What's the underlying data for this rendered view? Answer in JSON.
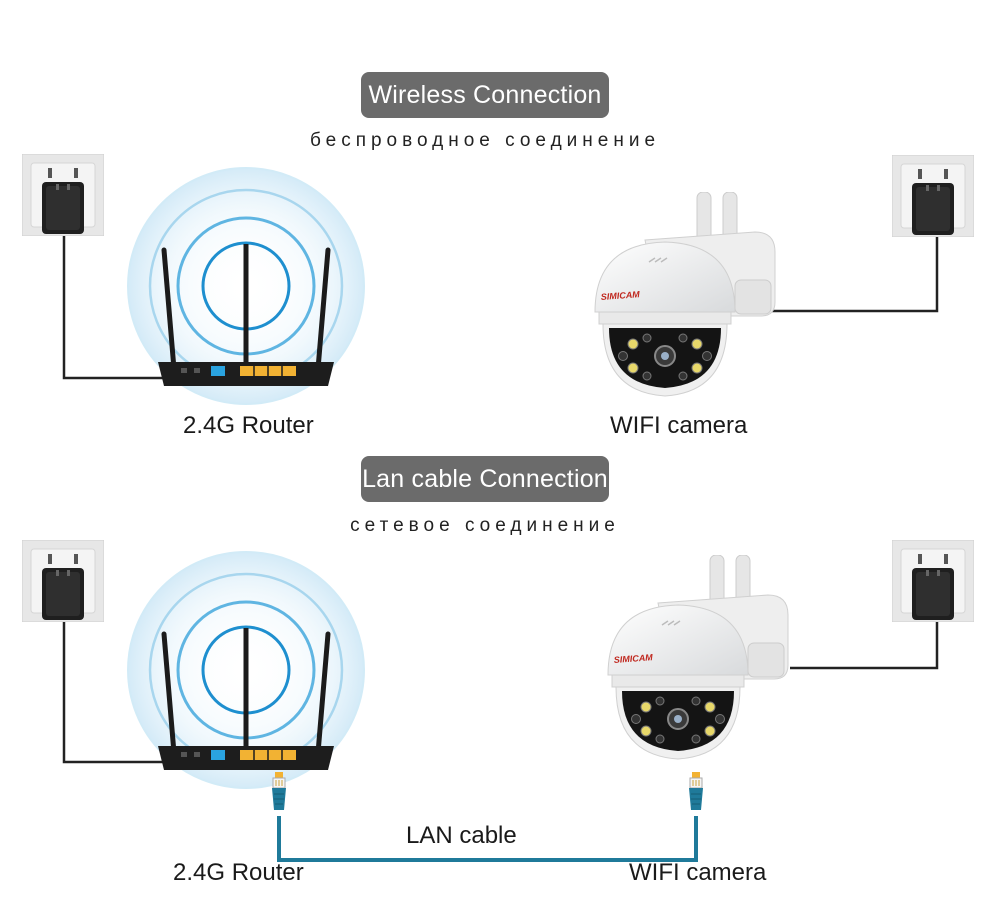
{
  "sections": [
    {
      "title": "Wireless Connection",
      "subtitle": "беспроводное соединение",
      "router_label": "2.4G Router",
      "camera_label": "WIFI camera"
    },
    {
      "title": "Lan cable Connection",
      "subtitle": "сетевое соединение",
      "router_label": "2.4G Router",
      "camera_label": "WIFI camera",
      "cable_label": "LAN cable"
    }
  ],
  "camera_brand": "SIMICAM",
  "icons": [
    "wall-socket-icon",
    "power-adapter-icon",
    "router-icon",
    "wifi-signal-icon",
    "camera-icon",
    "ethernet-plug-icon"
  ],
  "colors": {
    "pill": "#6b6b6b",
    "wifi_ring": "#1e8fcf",
    "lan_cable": "#1f7a9a",
    "port": "#f2b233"
  }
}
